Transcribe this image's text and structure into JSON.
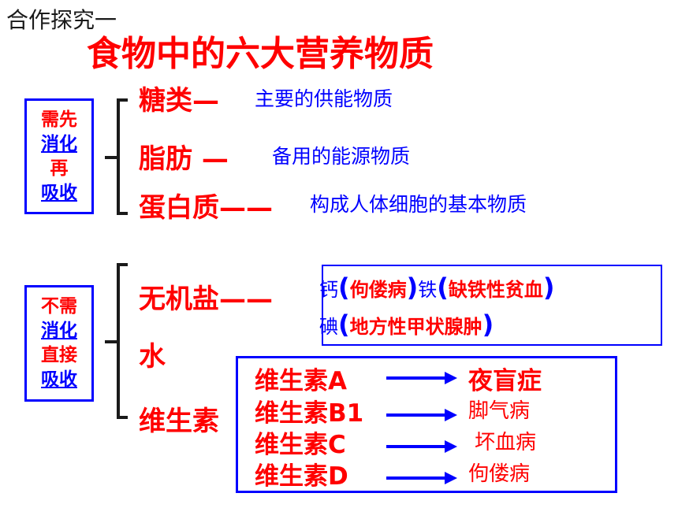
{
  "corner_label": "合作探究一",
  "title": "食物中的六大营养物质",
  "group1": {
    "label_lines": [
      "需先",
      "消化",
      "再",
      "吸收"
    ],
    "items": [
      {
        "name": "糖类—",
        "desc": "主要的供能物质"
      },
      {
        "name": "脂肪 —",
        "desc": "备用的能源物质"
      },
      {
        "name": "蛋白质——",
        "desc": "构成人体细胞的基本物质"
      }
    ]
  },
  "group2": {
    "label_lines": [
      "不需",
      "消化",
      "直接",
      "吸收"
    ],
    "items": [
      {
        "name": "无机盐——"
      },
      {
        "name": "水"
      },
      {
        "name": "维生素"
      }
    ]
  },
  "minerals": {
    "row1": [
      {
        "text": "钙",
        "color": "#0000ff",
        "bold": false
      },
      {
        "text": "(",
        "color": "#0000ff",
        "bold": true,
        "paren": true
      },
      {
        "text": "佝偻病",
        "color": "#ff0000",
        "bold": true
      },
      {
        "text": ")",
        "color": "#0000ff",
        "bold": true,
        "paren": true
      },
      {
        "text": "铁",
        "color": "#0000ff",
        "bold": false
      },
      {
        "text": "(",
        "color": "#0000ff",
        "bold": true,
        "paren": true
      },
      {
        "text": "缺铁性贫血",
        "color": "#ff0000",
        "bold": true
      },
      {
        "text": ")",
        "color": "#0000ff",
        "bold": true,
        "paren": true
      }
    ],
    "row2": [
      {
        "text": "碘",
        "color": "#0000ff",
        "bold": false
      },
      {
        "text": "(",
        "color": "#0000ff",
        "bold": true,
        "paren": true
      },
      {
        "text": "地方性甲状腺肿",
        "color": "#ff0000",
        "bold": true
      },
      {
        "text": ")",
        "color": "#0000ff",
        "bold": true,
        "paren": true
      }
    ]
  },
  "vitamins": [
    {
      "name": "维生素A",
      "disease": "夜盲症",
      "disease_bold": true
    },
    {
      "name": "维生素B1",
      "disease": "脚气病",
      "disease_bold": false
    },
    {
      "name": "维生素C",
      "disease": "坏血病",
      "disease_bold": false
    },
    {
      "name": "维生素D",
      "disease": "佝偻病",
      "disease_bold": false
    }
  ],
  "colors": {
    "accent_red": "#ff0000",
    "accent_blue": "#0000ff",
    "brace": "#1a1a1a"
  }
}
